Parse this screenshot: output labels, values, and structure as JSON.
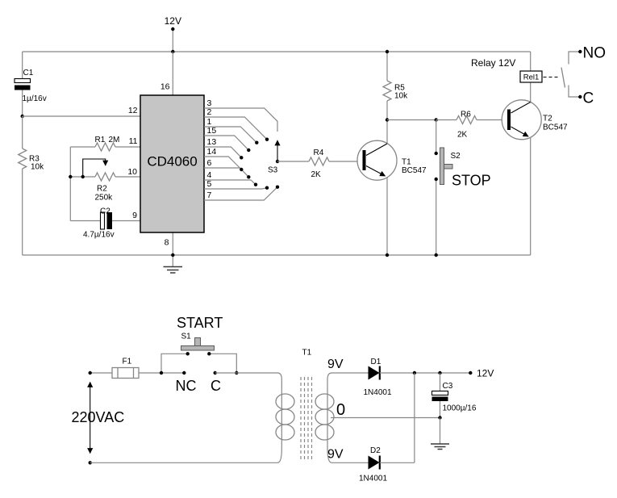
{
  "top": {
    "supply": "12V",
    "c1": {
      "ref": "C1",
      "val": "1µ/16v"
    },
    "r3": {
      "ref": "R3",
      "val": "10k"
    },
    "r1": {
      "ref": "R1",
      "val": "2M"
    },
    "r2": {
      "ref": "R2",
      "val": "250k"
    },
    "c2": {
      "ref": "C2",
      "val": "4.7µ/16v"
    },
    "ic": {
      "name": "CD4060",
      "pin_top": "16",
      "pin_bottom": "8",
      "left_pins": [
        "12",
        "11",
        "10",
        "9"
      ],
      "right_pins": [
        "3",
        "2",
        "1",
        "15",
        "13",
        "14",
        "6",
        "4",
        "5",
        "7"
      ]
    },
    "s3": {
      "ref": "S3"
    },
    "r4": {
      "ref": "R4",
      "val": "2K"
    },
    "r5": {
      "ref": "R5",
      "val": "10k"
    },
    "t1": {
      "ref": "T1",
      "val": "BC547"
    },
    "s2": {
      "ref": "S2",
      "label": "STOP"
    },
    "r6": {
      "ref": "R6",
      "val": "2K"
    },
    "t2": {
      "ref": "T2",
      "val": "BC547"
    },
    "relay": {
      "label": "Relay 12V",
      "ref": "Rel1",
      "no": "NO",
      "c": "C"
    }
  },
  "bottom": {
    "mains": "220VAC",
    "f1": {
      "ref": "F1"
    },
    "s1": {
      "ref": "S1",
      "label": "START",
      "nc": "NC",
      "c": "C"
    },
    "xfmr": {
      "ref": "T1",
      "sec_top": "9V",
      "sec_mid": "0",
      "sec_bot": "9V"
    },
    "d1": {
      "ref": "D1",
      "val": "1N4001"
    },
    "d2": {
      "ref": "D2",
      "val": "1N4001"
    },
    "c3": {
      "ref": "C3",
      "val": "1000µ/16"
    },
    "out": "12V"
  },
  "colors": {
    "wire": "#878787",
    "ic_fill": "#c5c5c5",
    "button_fill": "#b5b5b5",
    "text": "#000000"
  }
}
